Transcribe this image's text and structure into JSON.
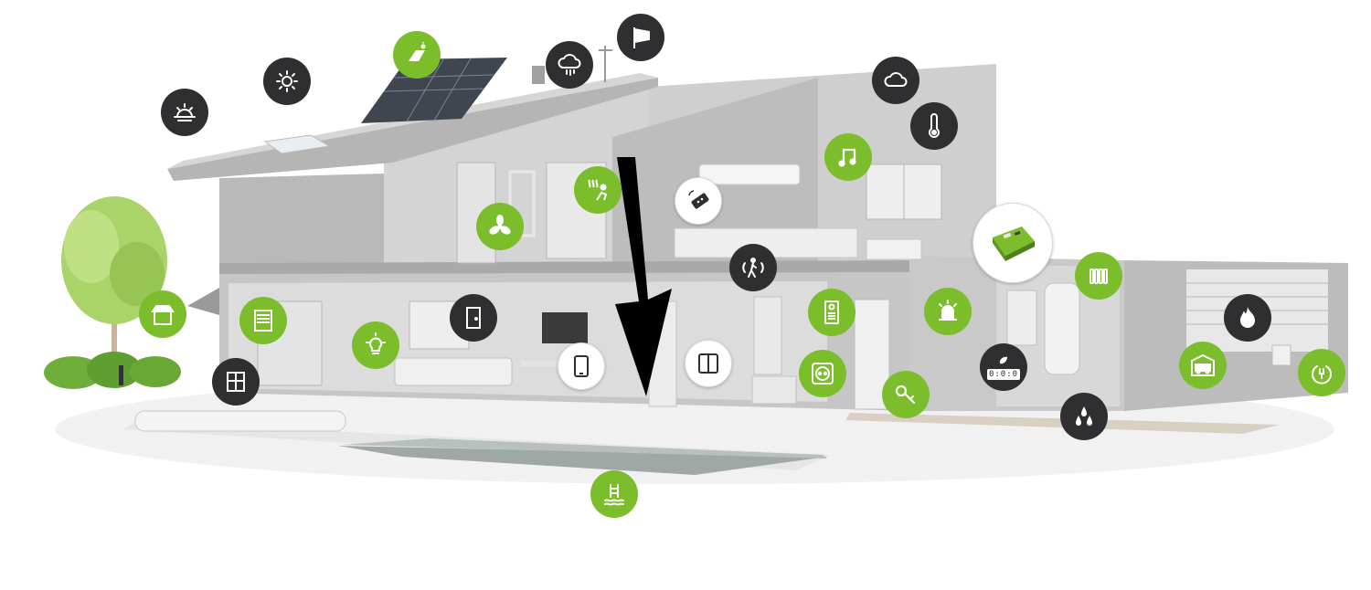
{
  "colors": {
    "accent_green": "#7cbd2c",
    "icon_dark": "#2f2f31",
    "wall_grey": "#c9c9c9",
    "ground_white": "#f4f4f4",
    "arrow": "#000000"
  },
  "hotspots": [
    {
      "id": "sunrise",
      "icon": "sunrise-icon",
      "style": "dark"
    },
    {
      "id": "sun",
      "icon": "sun-icon",
      "style": "dark"
    },
    {
      "id": "solar-panel",
      "icon": "solar-panel-icon",
      "style": "green"
    },
    {
      "id": "rain-cloud",
      "icon": "rain-cloud-icon",
      "style": "dark"
    },
    {
      "id": "wind-flag",
      "icon": "wind-flag-icon",
      "style": "dark"
    },
    {
      "id": "cloud",
      "icon": "cloud-icon",
      "style": "dark"
    },
    {
      "id": "thermometer",
      "icon": "thermometer-icon",
      "style": "dark"
    },
    {
      "id": "music",
      "icon": "music-note-icon",
      "style": "green"
    },
    {
      "id": "sauna-heat",
      "icon": "sauna-heat-icon",
      "style": "green"
    },
    {
      "id": "fan",
      "icon": "fan-icon",
      "style": "green"
    },
    {
      "id": "remote-control",
      "icon": "remote-control-icon",
      "style": "white"
    },
    {
      "id": "motion-sensor",
      "icon": "motion-sensor-icon",
      "style": "dark"
    },
    {
      "id": "controller-module",
      "icon": "controller-module-icon",
      "style": "white"
    },
    {
      "id": "radiator",
      "icon": "radiator-icon",
      "style": "green"
    },
    {
      "id": "awning",
      "icon": "awning-icon",
      "style": "green"
    },
    {
      "id": "blinds",
      "icon": "blinds-icon",
      "style": "green"
    },
    {
      "id": "window",
      "icon": "window-icon",
      "style": "dark"
    },
    {
      "id": "light-bulb",
      "icon": "light-bulb-icon",
      "style": "green"
    },
    {
      "id": "door-panel",
      "icon": "door-panel-icon",
      "style": "dark"
    },
    {
      "id": "tablet",
      "icon": "tablet-icon",
      "style": "white"
    },
    {
      "id": "wall-switch",
      "icon": "wall-switch-icon",
      "style": "white"
    },
    {
      "id": "intercom",
      "icon": "intercom-icon",
      "style": "green"
    },
    {
      "id": "power-socket",
      "icon": "power-socket-icon",
      "style": "green"
    },
    {
      "id": "alarm-siren",
      "icon": "alarm-siren-icon",
      "style": "green"
    },
    {
      "id": "key",
      "icon": "key-icon",
      "style": "green"
    },
    {
      "id": "energy-meter",
      "icon": "energy-meter-icon",
      "style": "dark",
      "digits": "0:0:0"
    },
    {
      "id": "water-drops",
      "icon": "water-drops-icon",
      "style": "dark"
    },
    {
      "id": "fire",
      "icon": "fire-icon",
      "style": "dark"
    },
    {
      "id": "garage-door",
      "icon": "garage-door-icon",
      "style": "green"
    },
    {
      "id": "ev-charger",
      "icon": "ev-charger-icon",
      "style": "green"
    },
    {
      "id": "pool-ladder",
      "icon": "pool-ladder-icon",
      "style": "green"
    }
  ]
}
